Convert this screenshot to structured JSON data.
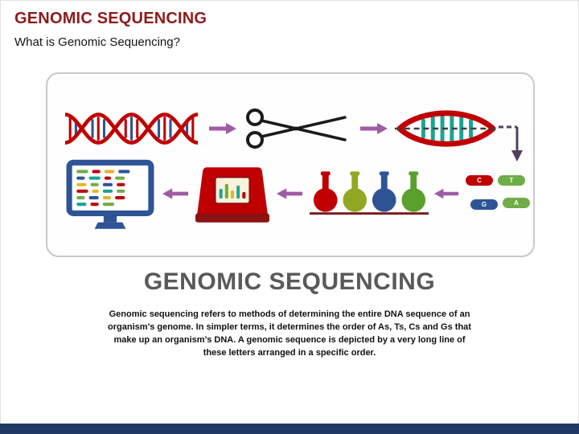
{
  "slide": {
    "title": "GENOMIC SEQUENCING",
    "subtitle": "What is Genomic Sequencing?",
    "section_heading": "GENOMIC SEQUENCING",
    "body": "Genomic sequencing refers to methods of determining the entire DNA sequence of an organism’s genome. In simpler terms, it determines the order of As, Ts, Cs and Gs that make up an organism’s DNA. A genomic sequence is depicted by a very long line of these letters arranged in a specific order."
  },
  "diagram": {
    "icons": [
      "dna-helix-icon",
      "scissors-icon",
      "cut-dna-icon",
      "elbow-down-arrow-icon",
      "dna-fragments-icon",
      "flasks-icon",
      "sequencer-machine-icon",
      "computer-monitor-icon"
    ],
    "fragments": [
      {
        "label": "C",
        "color": "#C00000"
      },
      {
        "label": "T",
        "color": "#70AD47"
      },
      {
        "label": "G",
        "color": "#2F5496"
      },
      {
        "label": "A",
        "color": "#70AD47"
      }
    ],
    "arrow_color": "#A05BA5"
  },
  "colors": {
    "title_red": "#8E1B1B",
    "section_heading_gray": "#595959",
    "footer_navy": "#1F3864",
    "dna_red": "#C00000",
    "monitor_blue": "#2F5496",
    "teal": "#1AA394",
    "olive": "#93A822",
    "green": "#70AD47",
    "yellow": "#E3B51F",
    "panel_border": "#C9C9C9"
  }
}
